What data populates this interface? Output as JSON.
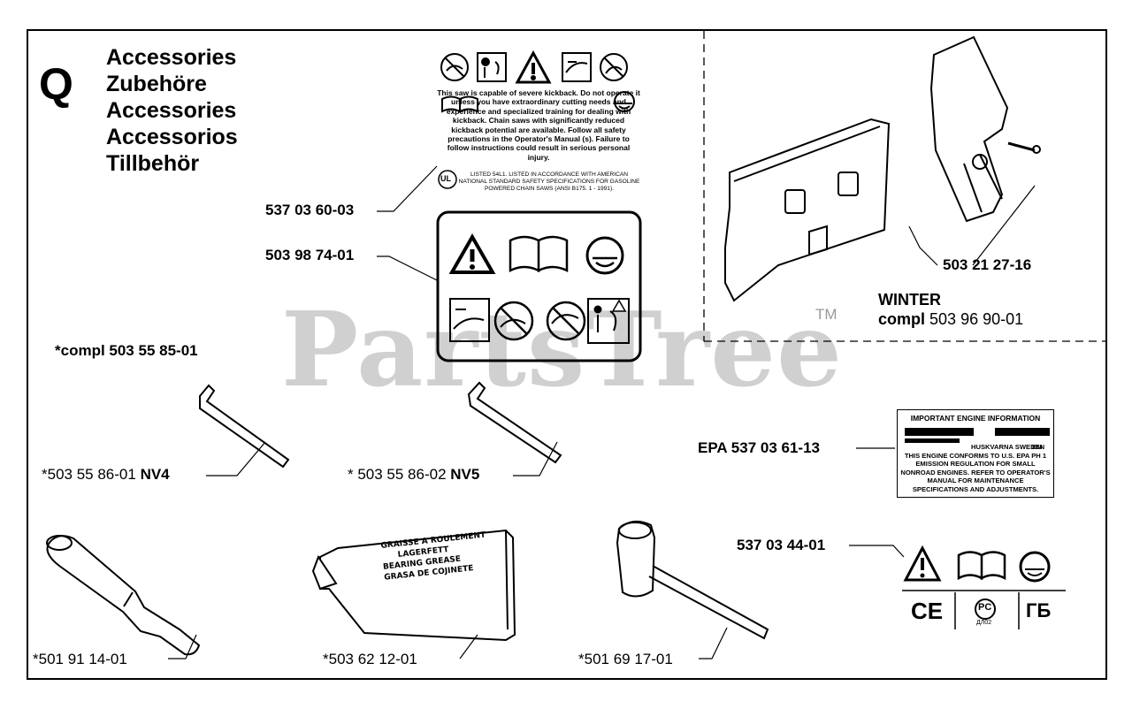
{
  "section": {
    "letter": "Q",
    "titles": [
      "Accessories",
      "Zubehöre",
      "Accessories",
      "Accessorios",
      "Tillbehör"
    ]
  },
  "watermark": {
    "text": "PartsTree",
    "tm": "TM"
  },
  "parts": {
    "kickback_decal": "537 03 60-03",
    "warning_decal": "503 98 74-01",
    "wrench_set": "*compl 503 55 85-01",
    "hex_key_nv4_number": "*503 55 86-01",
    "hex_key_nv4_size": "NV4",
    "hex_key_nv5_number": "* 503 55 86-02",
    "hex_key_nv5_size": "NV5",
    "cover_part": "503 21 27-16",
    "winter_title": "WINTER",
    "winter_compl_label": "compl",
    "winter_compl_number": "503 96 90-01",
    "epa_label": "EPA 537 03 61-13",
    "symbol_decal": "537 03 44-01",
    "tool": "*501 91 14-01",
    "grease_tube": "*503 62 12-01",
    "combination_spanner": "*501 69 17-01"
  },
  "kickback_label": {
    "text": "This saw is capable of severe kickback. Do not operate it unless you have extraordinary cutting needs and experience and specialized training for dealing with kickback. Chain saws with significantly reduced kickback potential are available. Follow all safety precautions in the Operator's Manual (s). Failure to follow instructions could result in serious personal injury.",
    "ul_mark": "UL",
    "ul_text": "LISTED 54L1. LISTED IN ACCORDANCE WITH AMERICAN NATIONAL STANDARD SAFETY SPECIFICATIONS FOR GASOLINE POWERED CHAIN SAWS (ANSI B175. 1 - 1991)."
  },
  "epa_plate": {
    "header": "IMPORTANT ENGINE INFORMATION",
    "brand": "HUSKVARNA SWEDEN",
    "em": "EM",
    "body": "THIS ENGINE CONFORMS TO U.S. EPA PH 1 EMISSION REGULATION FOR SMALL NONROAD ENGINES. REFER TO OPERATOR'S MANUAL FOR MAINTENANCE SPECIFICATIONS AND ADJUSTMENTS."
  },
  "grease_label": [
    "GRAISSE A ROULEMENT",
    "LAGERFETT",
    "BEARING GREASE",
    "GRASA DE COJINETE"
  ],
  "cert_marks": {
    "ce": "CE",
    "gost": "PC",
    "gost_code": "ДЛ02",
    "gost2": "ГБ"
  }
}
